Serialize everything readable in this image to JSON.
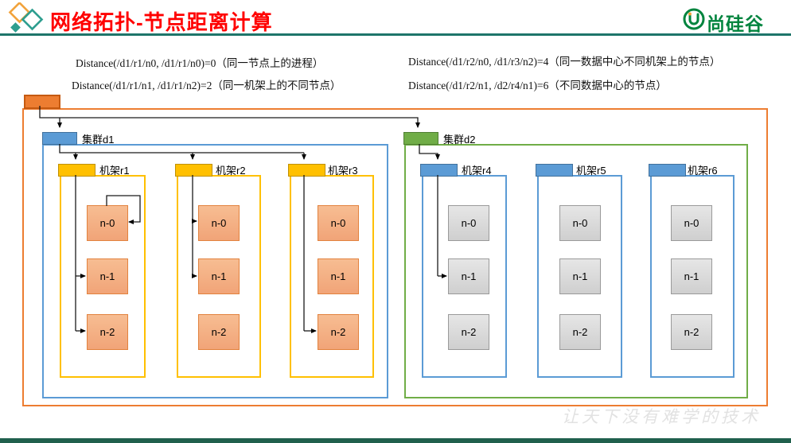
{
  "header": {
    "title": "网络拓扑-节点距离计算",
    "brand": "尚硅谷"
  },
  "formulas": [
    "Distance(/d1/r1/n0, /d1/r1/n0)=0（同一节点上的进程）",
    "Distance(/d1/r1/n1, /d1/r1/n2)=2（同一机架上的不同节点）",
    "Distance(/d1/r2/n0, /d1/r3/n2)=4（同一数据中心不同机架上的节点）",
    "Distance(/d1/r2/n1, /d2/r4/n1)=6（不同数据中心的节点）"
  ],
  "diagram": {
    "clusters": [
      {
        "label": "集群d1",
        "racks": [
          {
            "label": "机架r1",
            "nodes": [
              "n-0",
              "n-1",
              "n-2"
            ]
          },
          {
            "label": "机架r2",
            "nodes": [
              "n-0",
              "n-1",
              "n-2"
            ]
          },
          {
            "label": "机架r3",
            "nodes": [
              "n-0",
              "n-1",
              "n-2"
            ]
          }
        ]
      },
      {
        "label": "集群d2",
        "racks": [
          {
            "label": "机架r4",
            "nodes": [
              "n-0",
              "n-1",
              "n-2"
            ]
          },
          {
            "label": "机架r5",
            "nodes": [
              "n-0",
              "n-1",
              "n-2"
            ]
          },
          {
            "label": "机架r6",
            "nodes": [
              "n-0",
              "n-1",
              "n-2"
            ]
          }
        ]
      }
    ]
  },
  "watermark": "让天下没有难学的技术",
  "colors": {
    "title_red": "#FF0000",
    "brand_green": "#00843E",
    "header_rule_teal": "#1E756A",
    "footer_green": "#20604D",
    "orange_fill": "#ED7D31",
    "orange_dark": "#C55A11",
    "blue_fill": "#5B9BD5",
    "blue_dark": "#41719C",
    "green_fill": "#70AD47",
    "green_dark": "#507E32",
    "yellow_fill": "#FFC000",
    "yellow_dark": "#BF9000",
    "node_salmon": "#F4B183",
    "node_gray": "#D9D9D9"
  }
}
